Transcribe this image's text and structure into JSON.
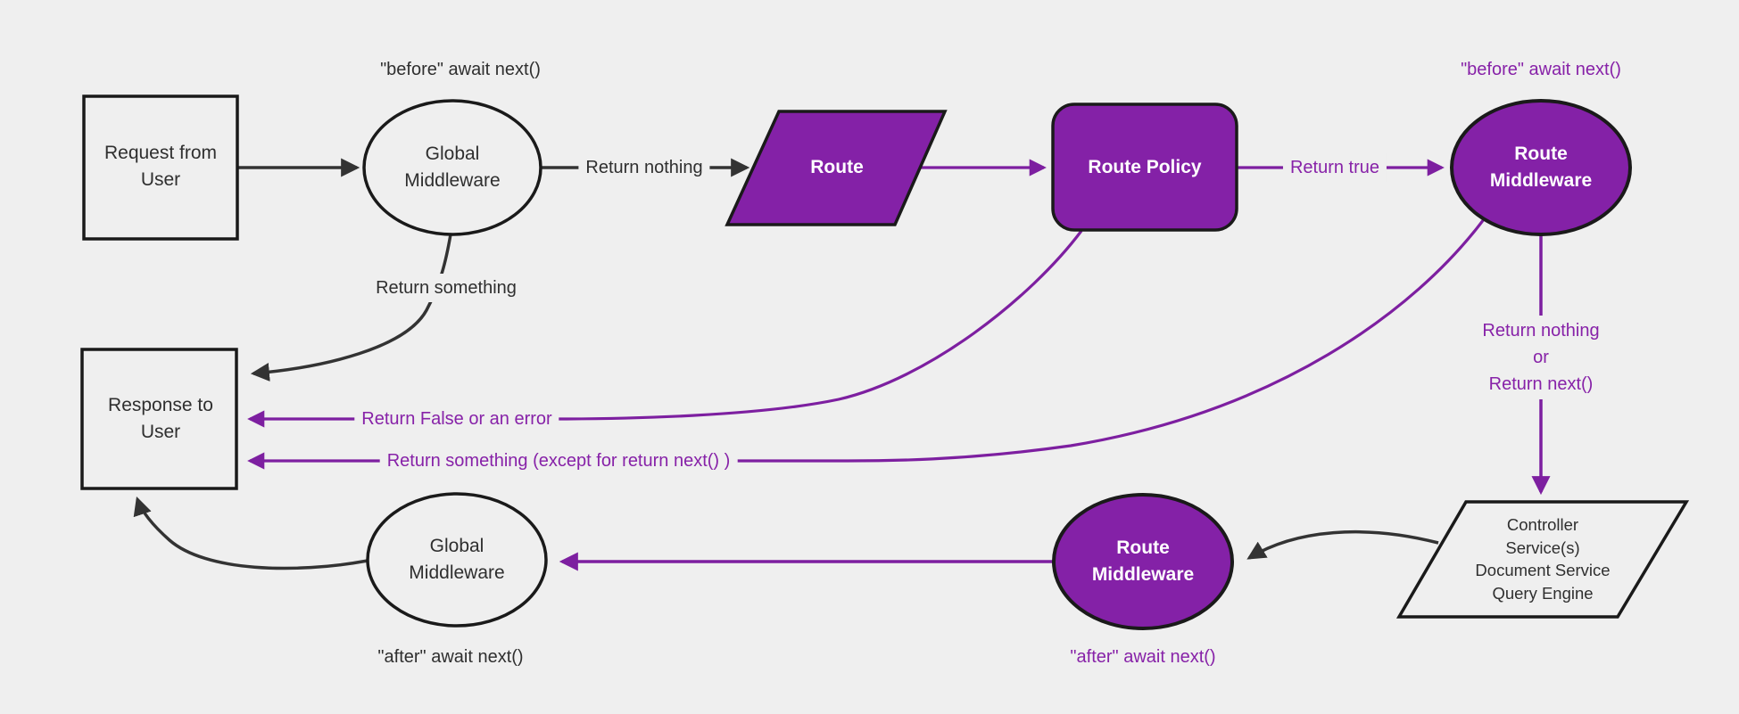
{
  "diagram": {
    "background": "#efefef",
    "colors": {
      "purple_fill": "#8421a7",
      "purple_line": "#7d1fa0",
      "purple_text": "#8722a8",
      "dark_line": "#333333",
      "node_border": "#1a1a1a",
      "node_text": "#2f2f2f",
      "purple_node_text": "#ffffff"
    },
    "nodes": {
      "request": {
        "label": "Request from User"
      },
      "global_middleware_top": {
        "label": "Global Middleware"
      },
      "route": {
        "label": "Route"
      },
      "route_policy": {
        "label": "Route Policy"
      },
      "route_middleware_top": {
        "label": "Route Middleware"
      },
      "controller": {
        "lines": [
          "Controller",
          "Service(s)",
          "Document Service",
          "Query Engine"
        ]
      },
      "route_middleware_bottom": {
        "label": "Route Middleware"
      },
      "global_middleware_bottom": {
        "label": "Global Middleware"
      },
      "response": {
        "label": "Response to User"
      }
    },
    "edge_labels": {
      "before_global": "\"before\" await next()",
      "return_nothing": "Return nothing",
      "return_true": "Return true",
      "before_route": "\"before\" await next()",
      "return_nothing_or": [
        "Return nothing",
        "or",
        "Return next()"
      ],
      "return_false": "Return False or an error",
      "return_something_except": "Return something (except for return next() )",
      "return_something": "Return something",
      "after_route": "\"after\" await next()",
      "after_global": "\"after\" await next()"
    }
  }
}
